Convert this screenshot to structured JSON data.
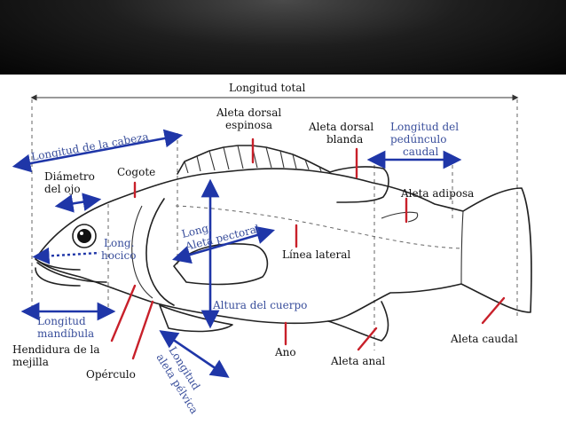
{
  "labels": {
    "longitud_total": "Longitud total",
    "aleta_dorsal_espinosa_1": "Aleta dorsal",
    "aleta_dorsal_espinosa_2": "espinosa",
    "aleta_dorsal_blanda_1": "Aleta dorsal",
    "aleta_dorsal_blanda_2": "blanda",
    "long_pedunculo_1": "Longitud del",
    "long_pedunculo_2": "pedúnculo",
    "long_pedunculo_3": "caudal",
    "long_cabeza": "Longitud de la cabeza",
    "diametro_1": "Diámetro",
    "diametro_2": "del ojo",
    "cogote": "Cogote",
    "aleta_adiposa": "Aleta adiposa",
    "long_hocico_1": "Long.",
    "long_hocico_2": "hocico",
    "long_pectoral_1": "Long.",
    "long_pectoral_2": "Aleta pectoral",
    "linea_lateral": "Línea lateral",
    "long_mandibula_1": "Longitud",
    "long_mandibula_2": "mandíbula",
    "altura_cuerpo": "Altura del cuerpo",
    "hendidura_1": "Hendidura de la",
    "hendidura_2": "mejilla",
    "operculo": "Opérculo",
    "long_pelvica_1": "Longitud",
    "long_pelvica_2": "aleta pélvica",
    "ano": "Ano",
    "aleta_anal": "Aleta anal",
    "aleta_caudal": "Aleta caudal"
  },
  "colors": {
    "measurement_blue": "#3a4f9c",
    "marker_red": "#c8202a",
    "top_band": "#1e1e1e"
  }
}
